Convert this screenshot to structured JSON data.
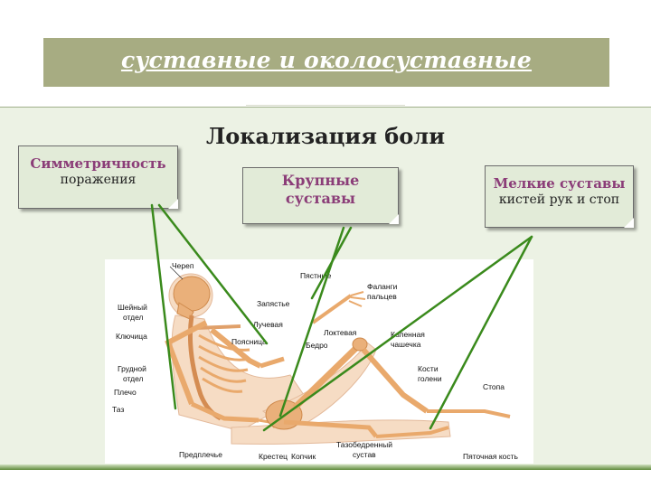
{
  "slide": {
    "title": "суставные и околосуставные",
    "heading": "Локализация боли"
  },
  "callouts": {
    "symmetry": {
      "title": "Симметричность",
      "subtitle": "поражения"
    },
    "large_joints": {
      "line1": "Крупные",
      "line2": "суставы"
    },
    "small_joints": {
      "title": "Мелкие суставы",
      "subtitle": "кистей рук и стоп"
    }
  },
  "anatomy_labels": {
    "skull": "Череп",
    "neck_l1": "Шейный",
    "neck_l2": "отдел",
    "clavicle": "Ключица",
    "thoracic_l1": "Грудной",
    "thoracic_l2": "отдел",
    "shoulder": "Плечо",
    "pelvis": "Таз",
    "forearm": "Предплечье",
    "sacrum": "Крестец",
    "coccyx": "Копчик",
    "metacarpal": "Пястные",
    "wrist": "Запястье",
    "radius": "Лучевая",
    "lumbar": "Поясница",
    "ulna": "Локтевая",
    "femur": "Бедро",
    "phalanges_l1": "Фаланги",
    "phalanges_l2": "пальцев",
    "patella_l1": "Коленная",
    "patella_l2": "чашечка",
    "shin_l1": "Кости",
    "shin_l2": "голени",
    "foot": "Стопа",
    "hip_l1": "Тазобедренный",
    "hip_l2": "сустав",
    "heel": "Пяточная кость"
  },
  "colors": {
    "title_bar": "#a7ac82",
    "slide_background": "#ecf2e4",
    "callout_fill": "#e2ebd8",
    "callout_title": "#8b3d78",
    "pointer_lines": "#3a8a1c",
    "bone": "#e8a86a",
    "skin": "#f6dcc4"
  }
}
